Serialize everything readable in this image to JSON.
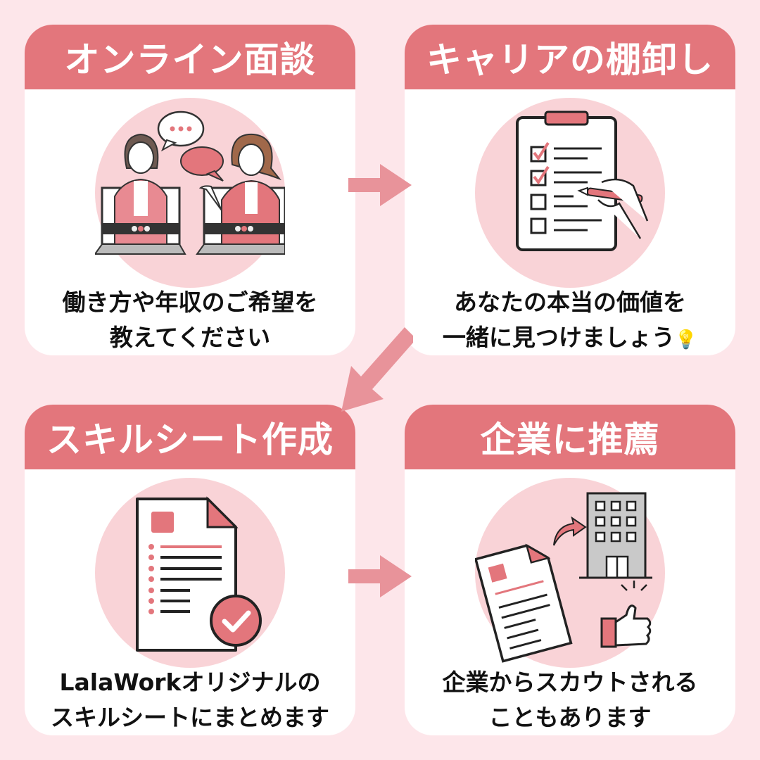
{
  "colors": {
    "background": "#fde6ea",
    "header": "#e3767c",
    "circle": "#f9d3d7",
    "accent": "#e3767c",
    "arrow": "#e8939a"
  },
  "steps": [
    {
      "title": "オンライン面談",
      "caption_line1": "働き方や年収のご希望を",
      "caption_line2": "教えてください",
      "illustration": "video-call-interview-icon"
    },
    {
      "title": "キャリアの棚卸し",
      "caption_line1": "あなたの本当の価値を",
      "caption_line2": "一緒に見つけましょう",
      "caption_emoji": "💡",
      "illustration": "checklist-clipboard-icon"
    },
    {
      "title": "スキルシート作成",
      "caption_line1": "LalaWorkオリジナルの",
      "caption_line2": "スキルシートにまとめます",
      "illustration": "skill-sheet-document-icon"
    },
    {
      "title": "企業に推薦",
      "caption_line1": "企業からスカウトされる",
      "caption_line2": "こともあります",
      "illustration": "company-recommendation-icon"
    }
  ],
  "arrows": [
    "arrow-right",
    "arrow-down-left",
    "arrow-right"
  ]
}
